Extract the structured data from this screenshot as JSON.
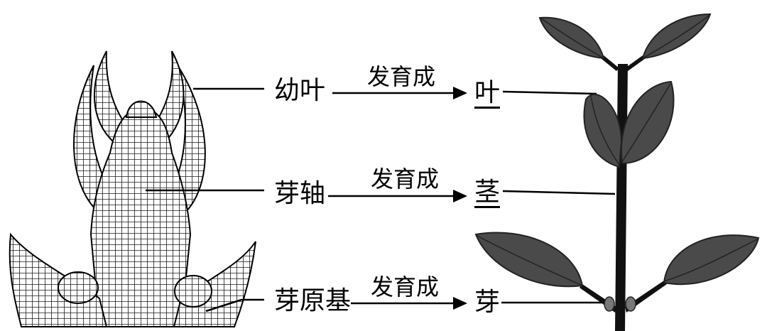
{
  "rows": [
    {
      "source": "幼叶",
      "relation": "发育成",
      "target": "叶",
      "target_underlined": true
    },
    {
      "source": "芽轴",
      "relation": "发育成",
      "target": "茎",
      "target_underlined": true
    },
    {
      "source": "芽原基",
      "relation": "发育成",
      "target": "芽",
      "target_underlined": false
    }
  ],
  "colors": {
    "ink": "#000000",
    "leaf": "#4a4a4a",
    "leaf_vein": "#2a2a2a",
    "stem": "#111111",
    "bud_line": "#1a1a1a"
  }
}
